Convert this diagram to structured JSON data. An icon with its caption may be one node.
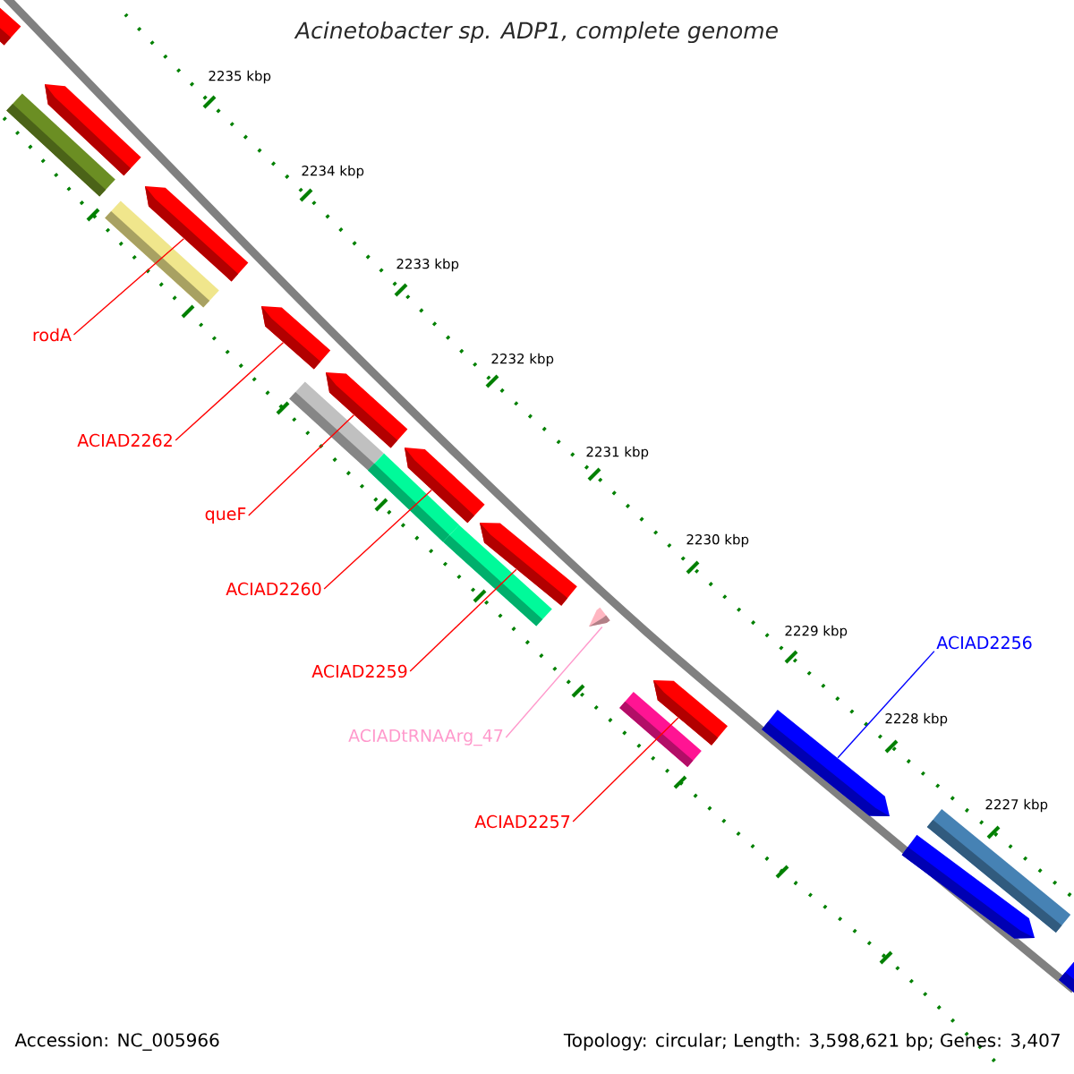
{
  "diagram": {
    "title": "Acinetobacter sp. ADP1, complete genome",
    "nodes": [
      {
        "text": [
          "rodA"
        ]
      },
      {
        "text": [
          "ACIAD2262"
        ]
      },
      {
        "text": [
          "queF"
        ]
      },
      {
        "text": [
          "ACIAD2260"
        ]
      },
      {
        "text": [
          "ACIAD2259"
        ]
      },
      {
        "text": [
          "ACIADtRNAArg_47"
        ]
      },
      {
        "text": [
          "ACIAD2257"
        ]
      },
      {
        "text": [
          "ACIAD2256"
        ]
      },
      {
        "text": [],
        "shape": "arrow"
      },
      {
        "text": [],
        "shape": "bar"
      },
      {
        "text": [],
        "shape": "arrow"
      },
      {
        "text": [],
        "shape": "bar"
      },
      {
        "text": [],
        "shape": "arrow"
      },
      {
        "text": [],
        "shape": "arrow"
      },
      {
        "text": [],
        "shape": "bar"
      },
      {
        "text": [],
        "shape": "arrow"
      },
      {
        "text": [],
        "shape": "bar"
      },
      {
        "text": [],
        "shape": "arrow"
      },
      {
        "text": [],
        "shape": "bar"
      },
      {
        "text": [],
        "shape": "arrow"
      },
      {
        "text": [],
        "shape": "arrow"
      },
      {
        "text": [],
        "shape": "bar"
      },
      {
        "text": [],
        "shape": "arrow"
      },
      {
        "text": [],
        "shape": "arrow"
      },
      {
        "text": [],
        "shape": "bar"
      },
      {
        "text": [],
        "shape": "arrow"
      },
      {
        "text": [],
        "shape": "arrow"
      }
    ],
    "edges": [
      {
        "from": 0,
        "to": 12,
        "arrow": "none"
      },
      {
        "from": 1,
        "to": 13,
        "arrow": "none"
      },
      {
        "from": 2,
        "to": 15,
        "arrow": "none"
      },
      {
        "from": 3,
        "to": 17,
        "arrow": "none"
      },
      {
        "from": 4,
        "to": 19,
        "arrow": "none"
      },
      {
        "from": 5,
        "to": 20,
        "arrow": "none",
        "color": "#ff99cc"
      },
      {
        "from": 6,
        "to": 22,
        "arrow": "none"
      },
      {
        "from": 7,
        "to": 23,
        "arrow": "none",
        "color": "#0000ff"
      }
    ],
    "labels": [
      "2235 kbp",
      "2234 kbp",
      "2233 kbp",
      "2232 kbp",
      "2231 kbp",
      "2230 kbp",
      "2229 kbp",
      "2228 kbp",
      "2227 kbp",
      "Accession: NC_005966",
      "Topology: circular; Length: 3,598,621 bp; Genes: 3,407"
    ]
  }
}
